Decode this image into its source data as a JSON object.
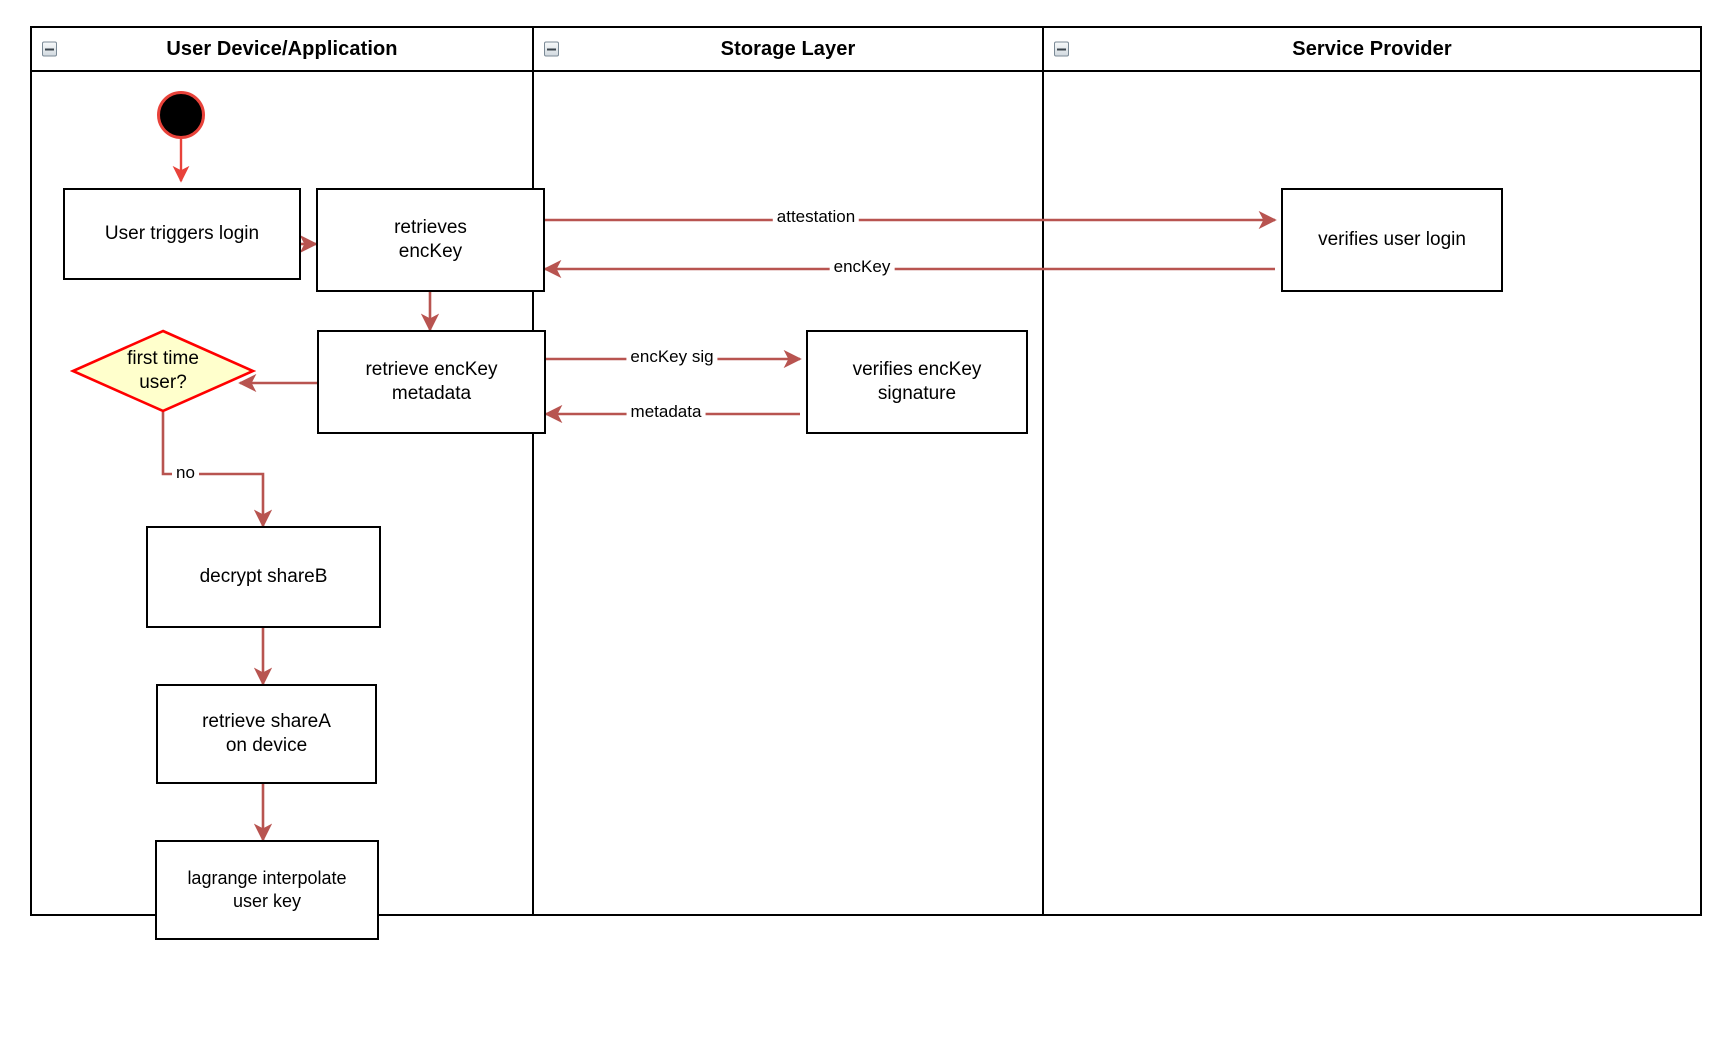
{
  "diagram": {
    "type": "swimlane-activity-diagram",
    "lanes": [
      {
        "id": "user-device",
        "title": "User Device/Application",
        "collapse_icon": "collapse-minus-icon"
      },
      {
        "id": "storage-layer",
        "title": "Storage Layer",
        "collapse_icon": "collapse-minus-icon"
      },
      {
        "id": "service-provider",
        "title": "Service Provider",
        "collapse_icon": "collapse-minus-icon"
      }
    ],
    "nodes": [
      {
        "id": "start",
        "shape": "initial-node",
        "label": "",
        "lane": "user-device"
      },
      {
        "id": "user-triggers-login",
        "shape": "activity",
        "label": "User triggers login",
        "lane": "user-device"
      },
      {
        "id": "retrieves-enckey",
        "shape": "activity",
        "label": "retrieves\nencKey",
        "lane": "user-device"
      },
      {
        "id": "retrieve-enckey-metadata",
        "shape": "activity",
        "label": "retrieve encKey\nmetadata",
        "lane": "user-device"
      },
      {
        "id": "first-time-user",
        "shape": "decision",
        "label": "first time\nuser?",
        "lane": "user-device"
      },
      {
        "id": "decrypt-shareb",
        "shape": "activity",
        "label": "decrypt shareB",
        "lane": "user-device"
      },
      {
        "id": "retrieve-sharea-on-device",
        "shape": "activity",
        "label": "retrieve shareA\non device",
        "lane": "user-device"
      },
      {
        "id": "lagrange-interpolate-user-key",
        "shape": "activity",
        "label": "lagrange interpolate\nuser key",
        "lane": "user-device"
      },
      {
        "id": "verifies-enckey-signature",
        "shape": "activity",
        "label": "verifies encKey\nsignature",
        "lane": "storage-layer"
      },
      {
        "id": "verifies-user-login",
        "shape": "activity",
        "label": "verifies user login",
        "lane": "service-provider"
      }
    ],
    "edges": [
      {
        "id": "start-to-login",
        "from": "start",
        "to": "user-triggers-login",
        "label": ""
      },
      {
        "id": "login-to-retrieves",
        "from": "user-triggers-login",
        "to": "retrieves-enckey",
        "label": ""
      },
      {
        "id": "attestation",
        "from": "retrieves-enckey",
        "to": "verifies-user-login",
        "label": "attestation"
      },
      {
        "id": "enckey-return",
        "from": "verifies-user-login",
        "to": "retrieves-enckey",
        "label": "encKey"
      },
      {
        "id": "retrieves-to-metadata",
        "from": "retrieves-enckey",
        "to": "retrieve-enckey-metadata",
        "label": ""
      },
      {
        "id": "enckey-sig",
        "from": "retrieve-enckey-metadata",
        "to": "verifies-enckey-signature",
        "label": "encKey sig"
      },
      {
        "id": "metadata-return",
        "from": "verifies-enckey-signature",
        "to": "retrieve-enckey-metadata",
        "label": "metadata"
      },
      {
        "id": "metadata-to-decision",
        "from": "retrieve-enckey-metadata",
        "to": "first-time-user",
        "label": ""
      },
      {
        "id": "decision-no",
        "from": "first-time-user",
        "to": "decrypt-shareb",
        "label": "no"
      },
      {
        "id": "decrypt-to-sharea",
        "from": "decrypt-shareb",
        "to": "retrieve-sharea-on-device",
        "label": ""
      },
      {
        "id": "sharea-to-lagrange",
        "from": "retrieve-sharea-on-device",
        "to": "lagrange-interpolate-user-key",
        "label": ""
      }
    ],
    "colors": {
      "edge": "#b85450",
      "node_border": "#000000",
      "node_fill": "#ffffff",
      "decision_fill": "#ffffcc",
      "decision_border": "#ff0000",
      "start_fill": "#000000",
      "start_border": "#e8423a",
      "lane_border": "#000000",
      "background": "#ffffff"
    }
  }
}
